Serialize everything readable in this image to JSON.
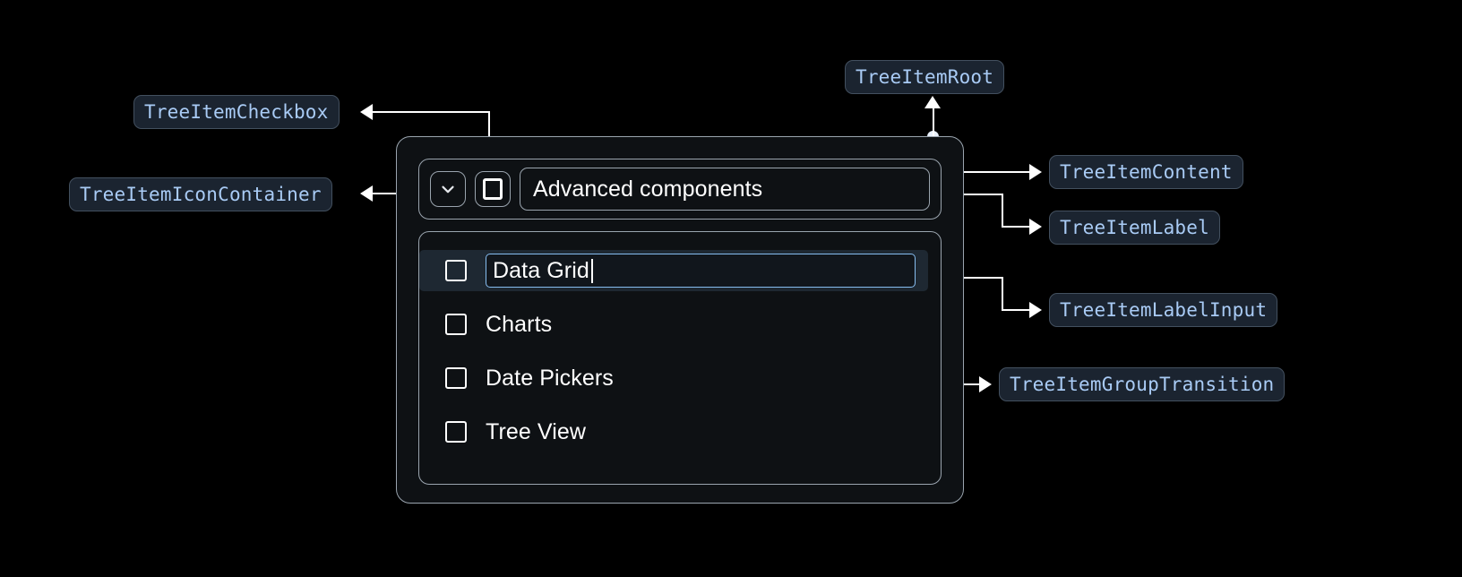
{
  "theme": {
    "background": "#000000",
    "chip_bg": "#1b2430",
    "chip_border": "#43505f",
    "chip_text": "#a9cbf5",
    "panel_bg": "#0e1114",
    "panel_border": "#9aa4ae",
    "connector": "#ffffff",
    "focus_border": "#86bdf0",
    "selected_row_bg": "#1e2832",
    "text": "#ffffff"
  },
  "annotations": [
    {
      "id": "tree-item-checkbox",
      "label": "TreeItemCheckbox"
    },
    {
      "id": "tree-item-icon-container",
      "label": "TreeItemIconContainer"
    },
    {
      "id": "tree-item-root",
      "label": "TreeItemRoot"
    },
    {
      "id": "tree-item-content",
      "label": "TreeItemContent"
    },
    {
      "id": "tree-item-label",
      "label": "TreeItemLabel"
    },
    {
      "id": "tree-item-label-input",
      "label": "TreeItemLabelInput"
    },
    {
      "id": "tree-item-group-transition",
      "label": "TreeItemGroupTransition"
    }
  ],
  "tree": {
    "root_item": {
      "expand_icon": "chevron-down-icon",
      "checkbox_checked": false,
      "label": "Advanced components"
    },
    "children": [
      {
        "label": "Data Grid",
        "checked": false,
        "editing": true,
        "selected": true
      },
      {
        "label": "Charts",
        "checked": false,
        "editing": false,
        "selected": false
      },
      {
        "label": "Date Pickers",
        "checked": false,
        "editing": false,
        "selected": false
      },
      {
        "label": "Tree View",
        "checked": false,
        "editing": false,
        "selected": false
      }
    ],
    "editing_value": "Data Grid"
  }
}
